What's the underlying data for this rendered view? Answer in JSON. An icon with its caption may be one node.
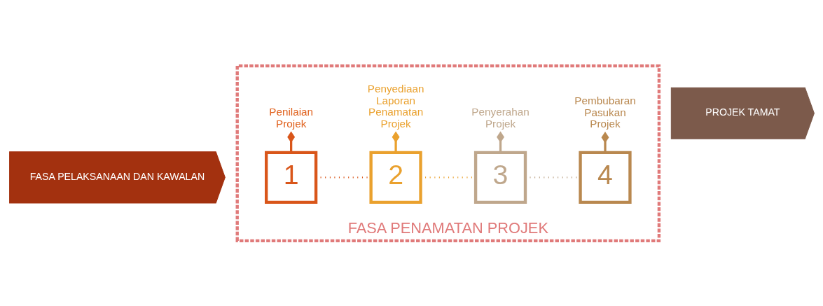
{
  "diagram": {
    "nodes": [
      {
        "text": [
          "FASA PELAKSANAAN DAN KAWALAN"
        ]
      },
      {
        "text": [
          "FASA PENAMATAN PROJEK"
        ]
      },
      {
        "text": [
          "1"
        ],
        "in": 1
      },
      {
        "text": [
          "Penilaian Projek"
        ],
        "in": 1
      },
      {
        "text": [
          "2"
        ],
        "in": 1
      },
      {
        "text": [
          "Penyediaan Laporan Penamatan Projek"
        ],
        "in": 1
      },
      {
        "text": [
          "3"
        ],
        "in": 1
      },
      {
        "text": [
          "Penyerahan Projek"
        ],
        "in": 1
      },
      {
        "text": [
          "4"
        ],
        "in": 1
      },
      {
        "text": [
          "Pembubaran Pasukan Projek"
        ],
        "in": 1
      },
      {
        "text": [
          "PROJEK TAMAT"
        ]
      }
    ],
    "edges": [
      {
        "from": 2,
        "to": 3,
        "arrow": "other",
        "color": "#d9561a"
      },
      {
        "from": 2,
        "to": 4,
        "arrow": "none",
        "style": "dashed",
        "color": "#d9561a"
      },
      {
        "from": 4,
        "to": 5,
        "arrow": "other",
        "color": "#eaa12e"
      },
      {
        "from": 4,
        "to": 6,
        "arrow": "none",
        "style": "dashed",
        "color": "#eaa12e"
      },
      {
        "from": 6,
        "to": 7,
        "arrow": "other",
        "color": "#bfa78c"
      },
      {
        "from": 6,
        "to": 8,
        "arrow": "none",
        "style": "dashed",
        "color": "#bfa78c"
      },
      {
        "from": 8,
        "to": 9,
        "arrow": "other",
        "color": "#b9884f"
      }
    ]
  }
}
